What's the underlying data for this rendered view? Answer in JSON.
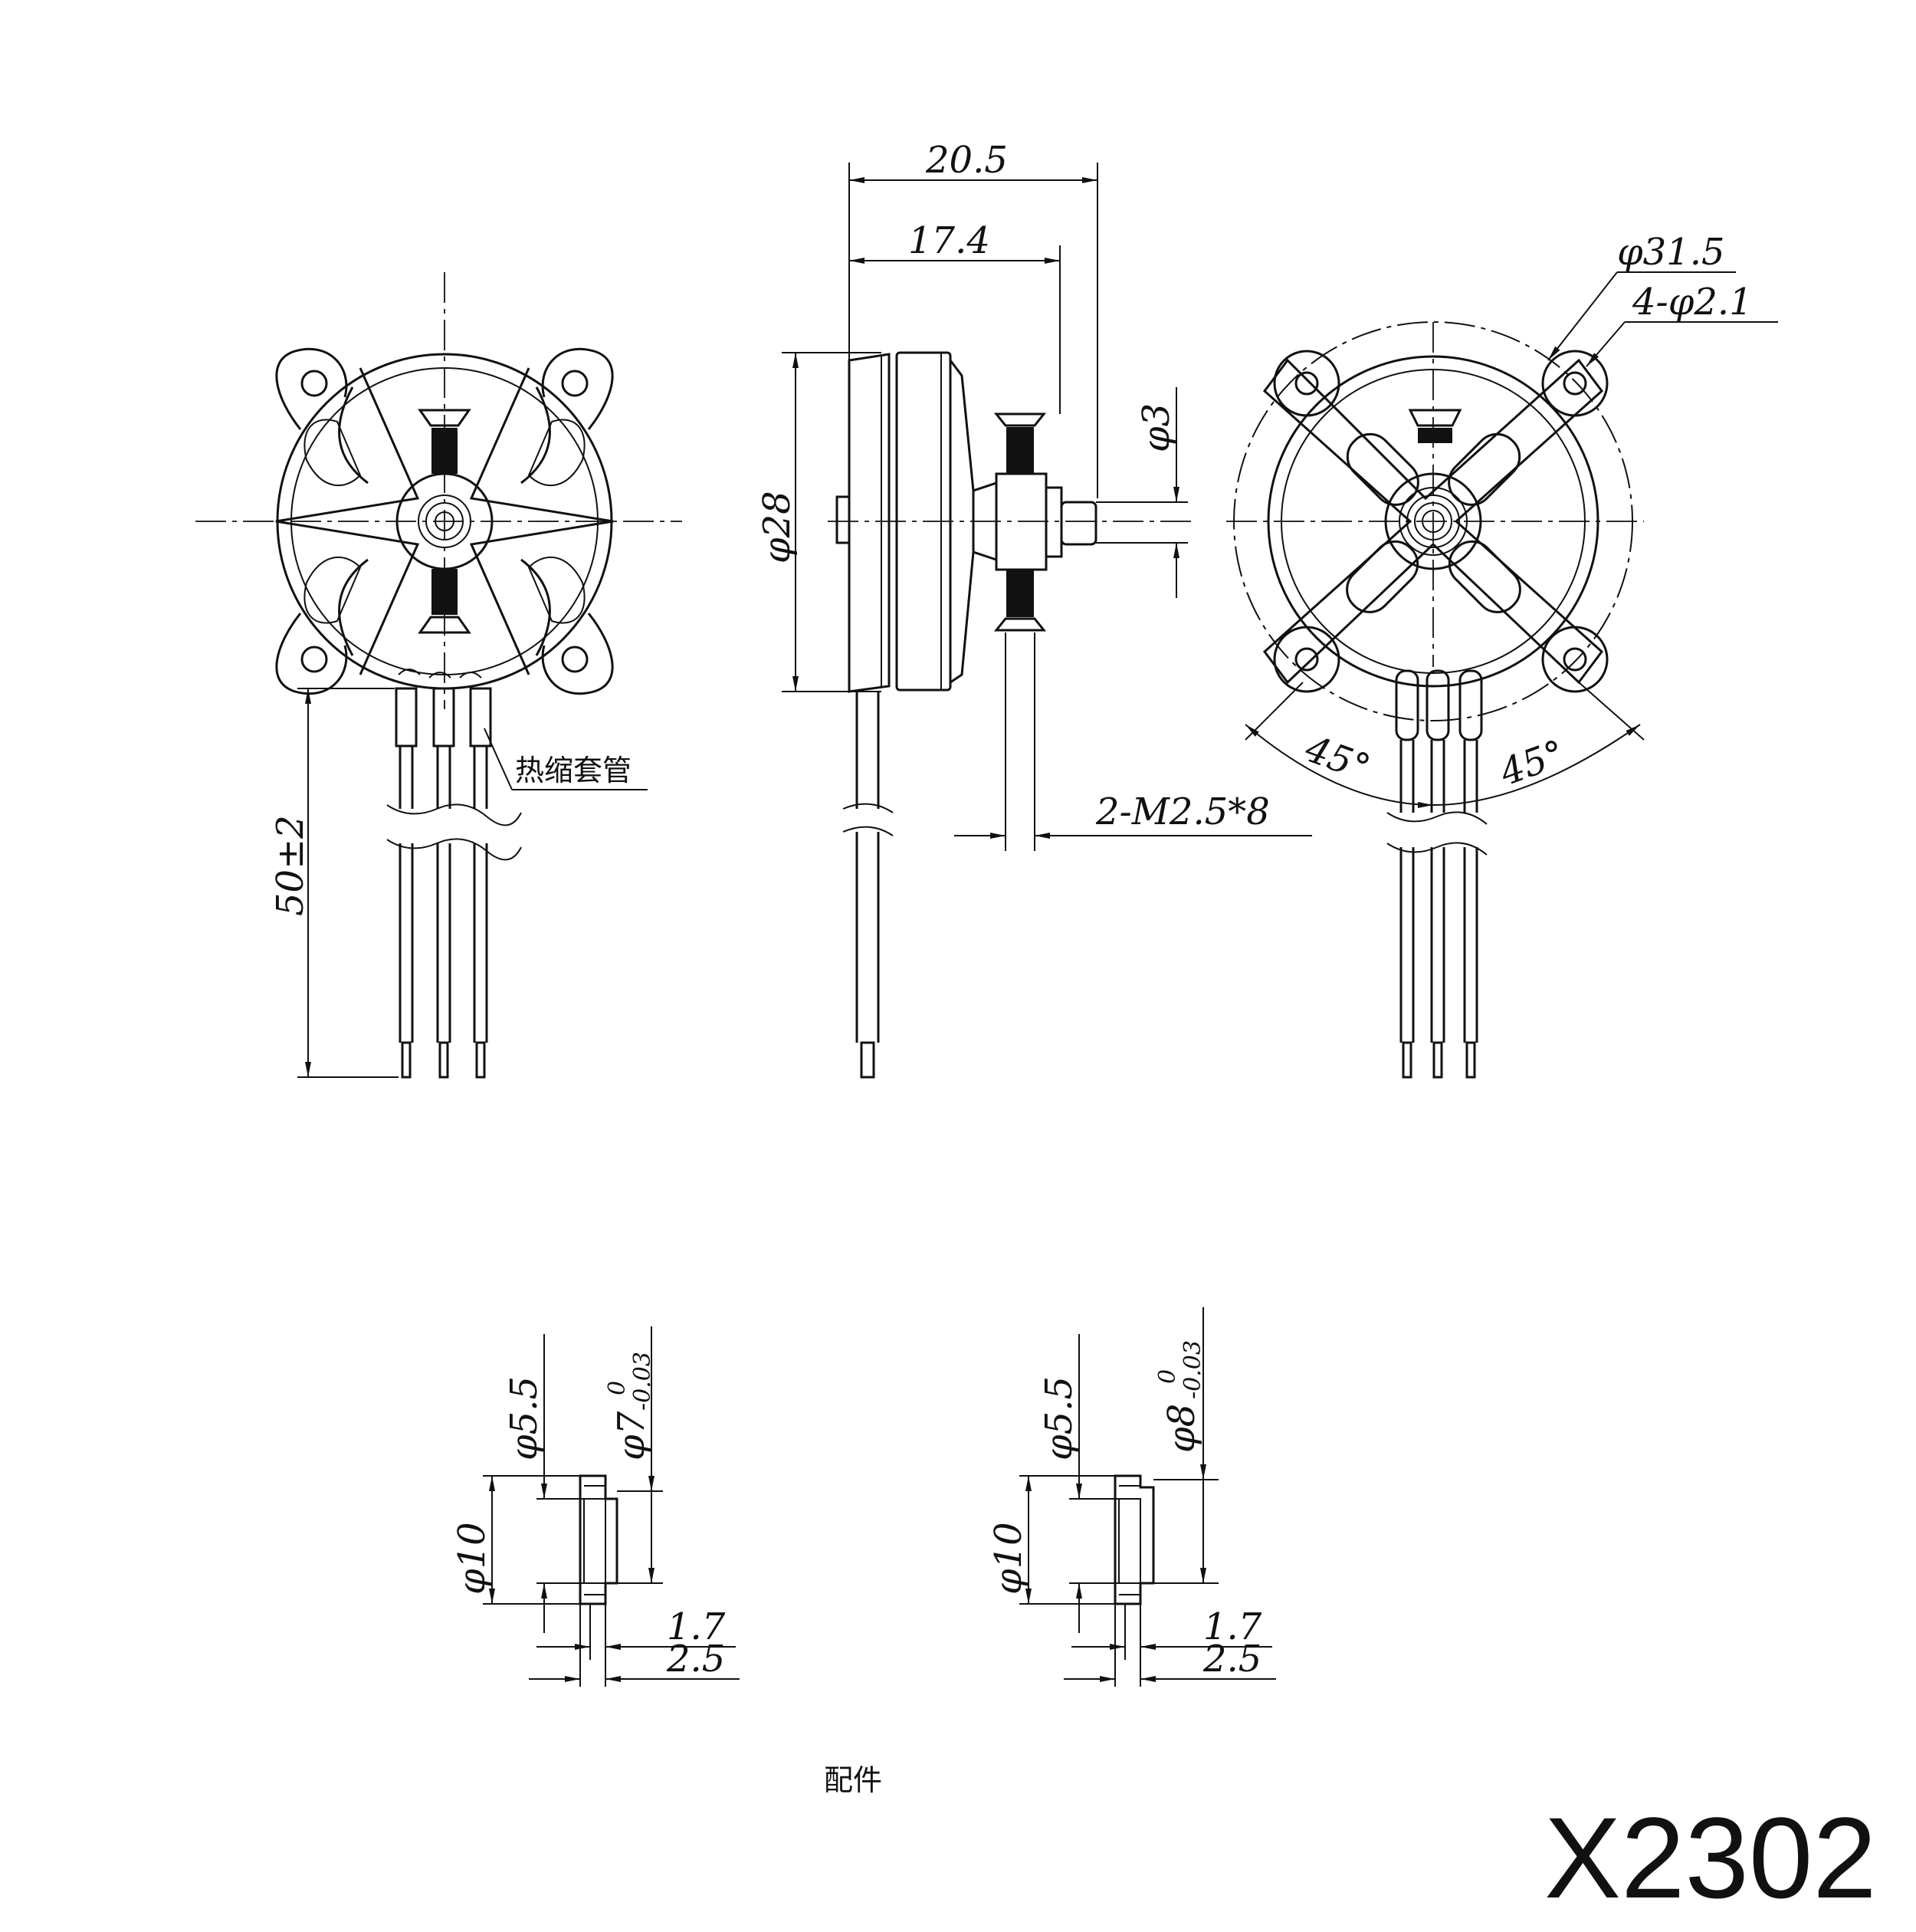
{
  "drawing": {
    "model": "X2302",
    "accessories_label": "配件",
    "heat_shrink_label": "热缩套管",
    "dimensions": {
      "lead_length": "50±2",
      "total_length": "20.5",
      "body_length": "17.4",
      "body_diameter": "φ28",
      "shaft_diameter": "φ3",
      "screw_spec": "2-M2.5*8",
      "mount_circle": "φ31.5",
      "mount_holes": "4-φ2.1",
      "angle_left": "45°",
      "angle_right": "45°"
    },
    "accessory_a": {
      "inner_diameter": "φ5.5",
      "outer_diameter_main": "φ7",
      "outer_diameter_upper_tol": "0",
      "outer_diameter_lower_tol": "-0.03",
      "flange_diameter": "φ10",
      "inner_length": "1.7",
      "total_length": "2.5"
    },
    "accessory_b": {
      "inner_diameter": "φ5.5",
      "outer_diameter_main": "φ8",
      "outer_diameter_upper_tol": "0",
      "outer_diameter_lower_tol": "-0.03",
      "flange_diameter": "φ10",
      "inner_length": "1.7",
      "total_length": "2.5"
    }
  }
}
